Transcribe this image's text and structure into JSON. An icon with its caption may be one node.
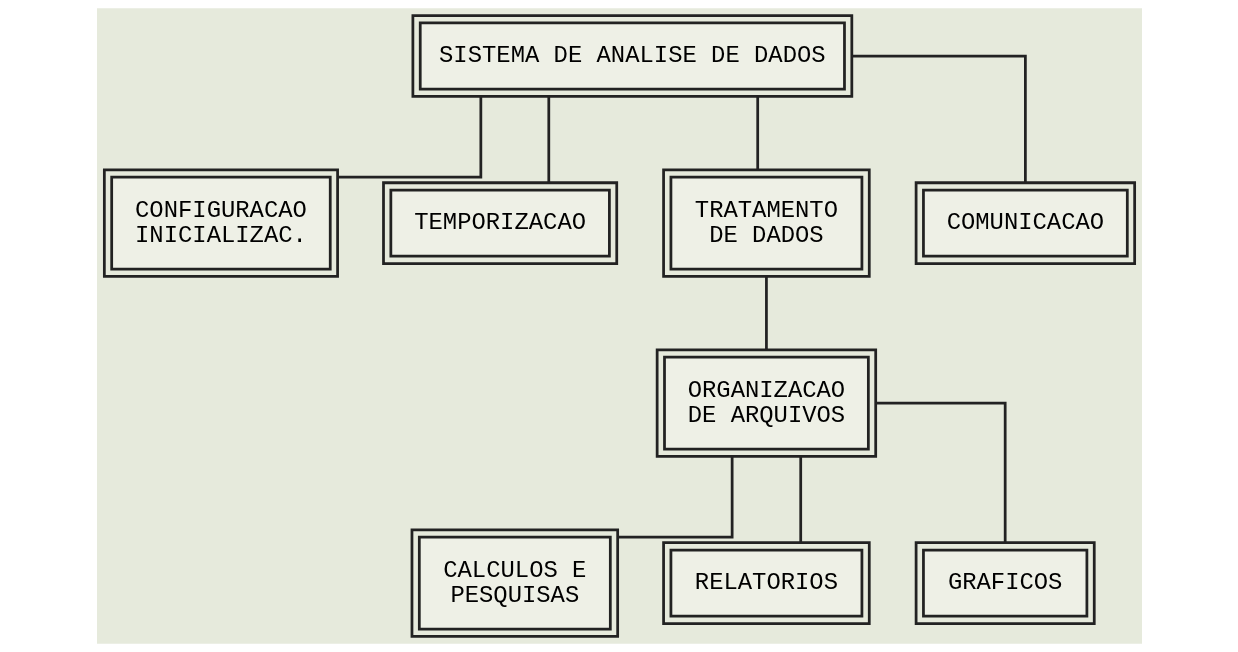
{
  "diagram": {
    "nodes": [
      {
        "text": [
          "SISTEMA DE ANALISE DE DADOS"
        ]
      },
      {
        "text": [
          "CONFIGURACAO INICIALIZAC."
        ]
      },
      {
        "text": [
          "TEMPORIZACAO"
        ]
      },
      {
        "text": [
          "TRATAMENTO DE DADOS"
        ]
      },
      {
        "text": [
          "COMUNICACAO"
        ]
      },
      {
        "text": [
          "ORGANIZACAO DE ARQUIVOS"
        ]
      },
      {
        "text": [
          "CALCULOS E PESQUISAS"
        ]
      },
      {
        "text": [
          "RELATORIOS"
        ]
      },
      {
        "text": [
          "GRAFICOS"
        ]
      }
    ],
    "edges": [
      {
        "from": 0,
        "to": 1,
        "arrow": "none"
      },
      {
        "from": 0,
        "to": 2,
        "arrow": "none"
      },
      {
        "from": 0,
        "to": 3,
        "arrow": "none"
      },
      {
        "from": 0,
        "to": 4,
        "arrow": "none"
      },
      {
        "from": 3,
        "to": 5,
        "arrow": "none"
      },
      {
        "from": 5,
        "to": 6,
        "arrow": "none"
      },
      {
        "from": 5,
        "to": 7,
        "arrow": "none"
      },
      {
        "from": 5,
        "to": 8,
        "arrow": "none"
      }
    ]
  }
}
